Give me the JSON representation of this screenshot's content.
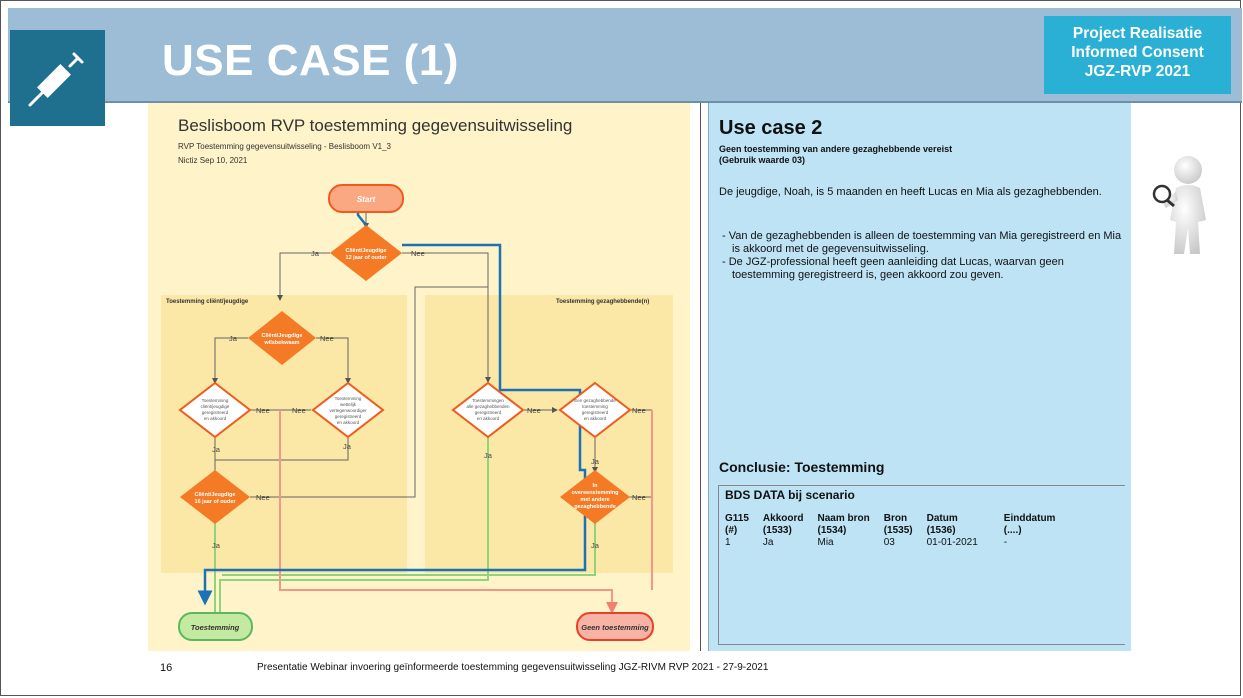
{
  "slide": {
    "title": "USE CASE (1)",
    "badge_lines": [
      "Project Realisatie",
      "Informed Consent",
      "JGZ-RVP 2021"
    ],
    "icon": "syringe-icon",
    "colors": {
      "header": "#9cbdd5",
      "icon_box": "#1f6f8f",
      "badge": "#2ab0d4",
      "left_bg": "#fef3c9",
      "right_bg": "#bde3f5"
    }
  },
  "flowchart": {
    "title": "Beslisboom RVP toestemming gegevensuitwisseling",
    "subtitle": "RVP Toestemming gegevensuitwisseling - Beslisboom V1_3",
    "meta": "Nictiz    Sep 10, 2021",
    "lane_left": "Toestemming cliënt/jeugdige",
    "lane_right": "Toestemming gezaghebbende(n)",
    "start": "Start",
    "end_yes": "Toestemming",
    "end_no": "Geen toestemming",
    "d1": [
      "Cliënt/Jeugdige",
      "12 jaar of ouder"
    ],
    "d2": [
      "Cliënt/Jeugdige",
      "wilsbekwaam"
    ],
    "d3": [
      "Toestemming",
      "cliënt/jeugdige",
      "geregistreerd",
      "en akkoord"
    ],
    "d4": [
      "Toestemming",
      "wettelijk",
      "vertegenwoordiger",
      "geregistreerd",
      "en akkoord"
    ],
    "d5": [
      "Cliënt/Jeugdige",
      "16 jaar of ouder"
    ],
    "d6": [
      "Toestemmingen",
      "alle gezaghebbenden",
      "geregistreerd",
      "en akkoord"
    ],
    "d7": [
      "Een gezaghebbende",
      "toestemming",
      "geregistreerd",
      "en akkoord"
    ],
    "d8": [
      "In",
      "overeenstemming",
      "met andere",
      "gezaghebbende"
    ],
    "ja": "Ja",
    "nee": "Nee"
  },
  "usecase": {
    "title": "Use case 2",
    "subtitle_1": "Geen toestemming van andere gezaghebbende vereist",
    "subtitle_2": "(Gebruik waarde 03)",
    "intro": "De jeugdige, Noah, is 5 maanden en heeft Lucas en Mia als gezaghebbenden.",
    "bullets": [
      "- Van de gezaghebbenden is alleen de toestemming van Mia geregistreerd en Mia is akkoord met de gegevensuitwisseling.",
      "- De JGZ-professional heeft geen aanleiding dat Lucas, waarvan geen toestemming geregistreerd is, geen akkoord zou geven."
    ],
    "conclusion": "Conclusie: Toestemming",
    "bds_title": "BDS DATA bij scenario",
    "table_headers": [
      [
        "G115",
        "(#)"
      ],
      [
        "Akkoord",
        "(1533)"
      ],
      [
        "Naam bron",
        "(1534)"
      ],
      [
        "Bron",
        "(1535)"
      ],
      [
        "Datum",
        "(1536)"
      ],
      [
        "Einddatum",
        "(....)"
      ]
    ],
    "table_row": [
      "1",
      "Ja",
      "Mia",
      "03",
      "01-01-2021",
      "-"
    ],
    "illustration": "person-magnifier-icon"
  },
  "footer": {
    "page_number": "16",
    "text": "Presentatie Webinar invoering geïnformeerde toestemming gegevensuitwisseling JGZ-RIVM RVP 2021 - 27-9-2021"
  }
}
